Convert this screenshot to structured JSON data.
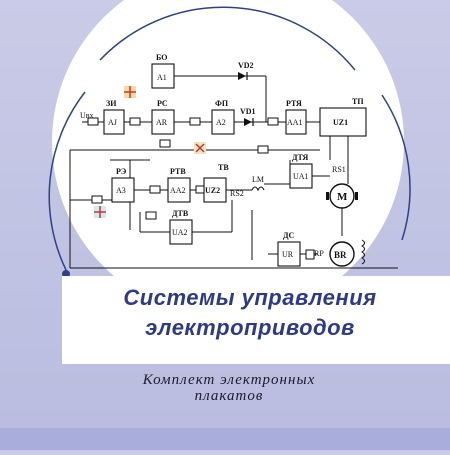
{
  "title": {
    "line1": "Системы управления",
    "line2": "электроприводов"
  },
  "subtitle": {
    "line1": "Комплект электронных",
    "line2": "плакатов"
  },
  "blocks": {
    "ZI": "ЗИ",
    "AJ": "AJ",
    "BO": "БО",
    "A1": "A1",
    "RS": "PC",
    "AR": "AR",
    "FP": "ФП",
    "A2": "A2",
    "RTYa": "РТЯ",
    "AA1": "AA1",
    "TP": "ТП",
    "UZ1": "UZ1",
    "RE": "РЭ",
    "A3": "A3",
    "RTV": "РТВ",
    "AA2": "AA2",
    "TV": "ТВ",
    "UZ2": "UZ2",
    "DTYa": "ДТЯ",
    "UA1": "UA1",
    "DTV": "ДТВ",
    "UA2": "UA2",
    "DS": "ДС",
    "UR": "UR",
    "RP": "RP",
    "BR": "BR",
    "M": "M",
    "VD1": "VD1",
    "VD2": "VD2",
    "LM": "LM",
    "RS1": "RS1",
    "RS2": "RS2",
    "Uvx": "Uвх"
  },
  "colors": {
    "accent": "#2e3a86",
    "circle": "#2f3f8a",
    "background": "#c3c6e5"
  }
}
